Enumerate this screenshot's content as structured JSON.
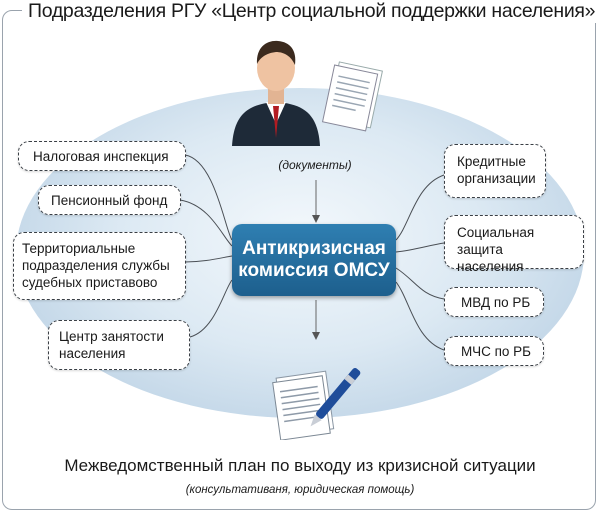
{
  "title": "Подразделения РГУ «Центр социальной поддержки населения»",
  "center": {
    "line1": "Антикризисная",
    "line2": "комиссия ОМСУ"
  },
  "documents_label": "(документы)",
  "left_boxes": [
    {
      "lines": [
        "Налоговая инспекция"
      ]
    },
    {
      "lines": [
        "Пенсионный фонд"
      ]
    },
    {
      "lines": [
        "Территориальные",
        "подразделения службы",
        "судебных приставово"
      ]
    },
    {
      "lines": [
        "Центр занятости",
        "населения"
      ]
    }
  ],
  "right_boxes": [
    {
      "lines": [
        "Кредитные",
        "организации"
      ]
    },
    {
      "lines": [
        "Социальная защита",
        "населения"
      ]
    },
    {
      "lines": [
        "МВД по РБ"
      ]
    },
    {
      "lines": [
        "МЧС по РБ"
      ]
    }
  ],
  "plan": "Межведомственный план по выходу из кризисной ситуации",
  "plan_sub": "(консультативаня, юридическая помощь)",
  "icons": [
    "businessman-icon",
    "documents-icon",
    "document-pen-icon"
  ],
  "colors": {
    "center_box": "#2a6f9e",
    "ellipse": "#c3d8ea"
  }
}
